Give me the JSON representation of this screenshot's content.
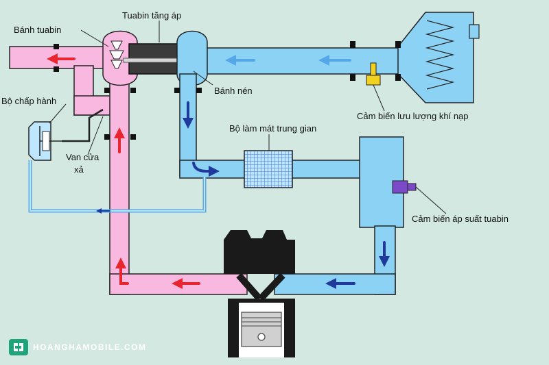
{
  "labels": {
    "turbine_wheel": "Bánh tuabin",
    "turbocharger": "Tuabin tăng áp",
    "compressor_wheel": "Bánh nén",
    "actuator": "Bộ chấp hành",
    "wastegate_valve_line1": "Van cửa",
    "wastegate_valve_line2": "xả",
    "intercooler": "Bộ làm mát trung gian",
    "airflow_sensor": "Cảm biến lưu lượng khí nạp",
    "boost_pressure_sensor": "Cảm biến áp suất tuabin"
  },
  "watermark": {
    "brand_text": "HOANGHAMOBILE.COM"
  },
  "colors": {
    "exhaust": "#f8b8e0",
    "intake": "#8cd2f4",
    "outline": "#222222",
    "exhaust_arrow": "#e8262f",
    "intake_arrow": "#1f3a9a",
    "intake_arrow_light": "#55a8e8",
    "engine": "#1a1a1a",
    "sensor_airflow": "#f2d21e",
    "sensor_pressure": "#7b4ac8"
  }
}
